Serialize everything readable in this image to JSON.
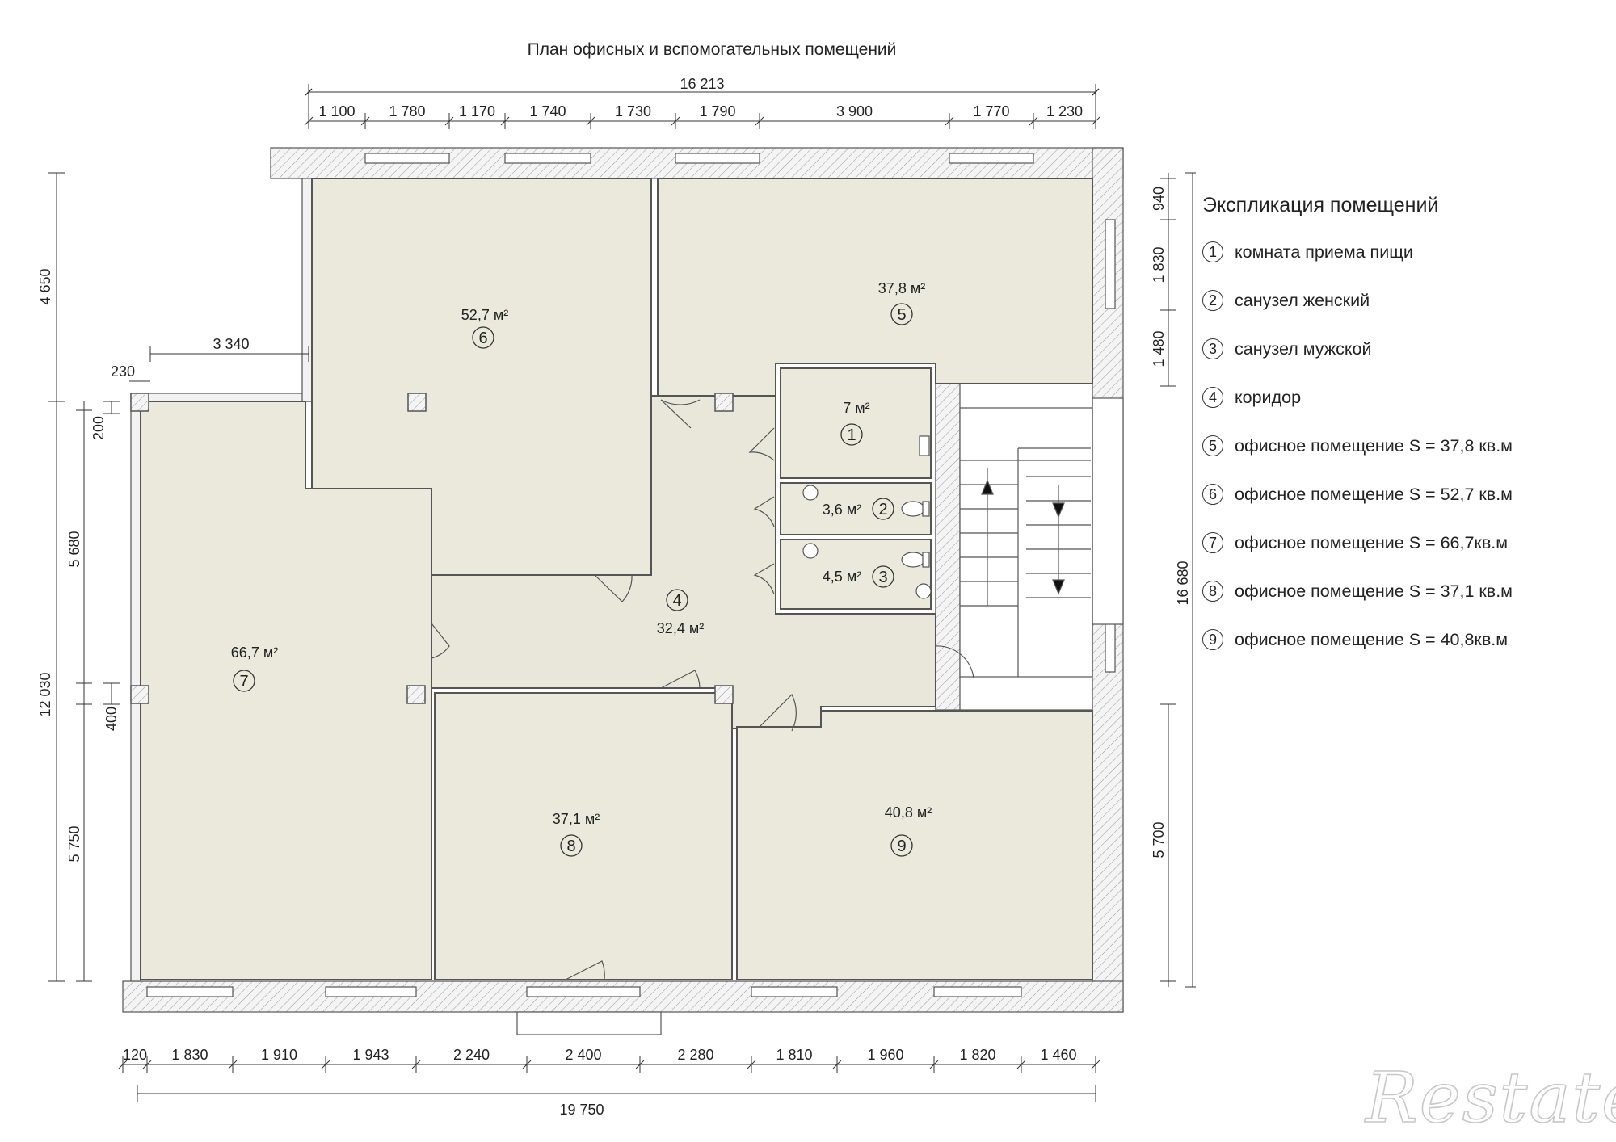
{
  "title": "План офисных и вспомогательных помещений",
  "legend": {
    "title": "Экспликация помещений",
    "items": [
      {
        "num": "1",
        "label": "комната приема пищи"
      },
      {
        "num": "2",
        "label": "санузел женский"
      },
      {
        "num": "3",
        "label": "санузел мужской"
      },
      {
        "num": "4",
        "label": "коридор"
      },
      {
        "num": "5",
        "label": "офисное помещение S = 37,8 кв.м"
      },
      {
        "num": "6",
        "label": "офисное помещение S = 52,7 кв.м"
      },
      {
        "num": "7",
        "label": "офисное помещение S = 66,7кв.м"
      },
      {
        "num": "8",
        "label": "офисное помещение S = 37,1 кв.м"
      },
      {
        "num": "9",
        "label": "офисное помещение S = 40,8кв.м"
      }
    ]
  },
  "rooms": [
    {
      "num": "1",
      "area": "7 м²"
    },
    {
      "num": "2",
      "area": "3,6 м²"
    },
    {
      "num": "3",
      "area": "4,5 м²"
    },
    {
      "num": "4",
      "area": "32,4 м²"
    },
    {
      "num": "5",
      "area": "37,8 м²"
    },
    {
      "num": "6",
      "area": "52,7 м²"
    },
    {
      "num": "7",
      "area": "66,7 м²"
    },
    {
      "num": "8",
      "area": "37,1 м²"
    },
    {
      "num": "9",
      "area": "40,8 м²"
    }
  ],
  "dimensions": {
    "top_total": "16 213",
    "top": [
      "1 100",
      "1 780",
      "1 170",
      "1 740",
      "1 730",
      "1 790",
      "3 900",
      "1 770",
      "1 230"
    ],
    "bottom_total": "19 750",
    "bottom": [
      "120",
      "1 830",
      "1 910",
      "1 943",
      "2 240",
      "2 400",
      "2 280",
      "1 810",
      "1 960",
      "1 820",
      "1 460"
    ],
    "left_outer": [
      "4 650",
      "12 030"
    ],
    "left_inner": [
      "230",
      "200",
      "5 680",
      "400",
      "5 750"
    ],
    "left_step": "3 340",
    "right_upper": [
      "940",
      "1 830",
      "1 480"
    ],
    "right_total": "16 680",
    "right_lower": "5 700"
  },
  "watermark": "Restate",
  "colors": {
    "room_fill": "#ebe9dc",
    "wall_fill": "#f2f2f2",
    "wall_stroke": "#555555"
  }
}
